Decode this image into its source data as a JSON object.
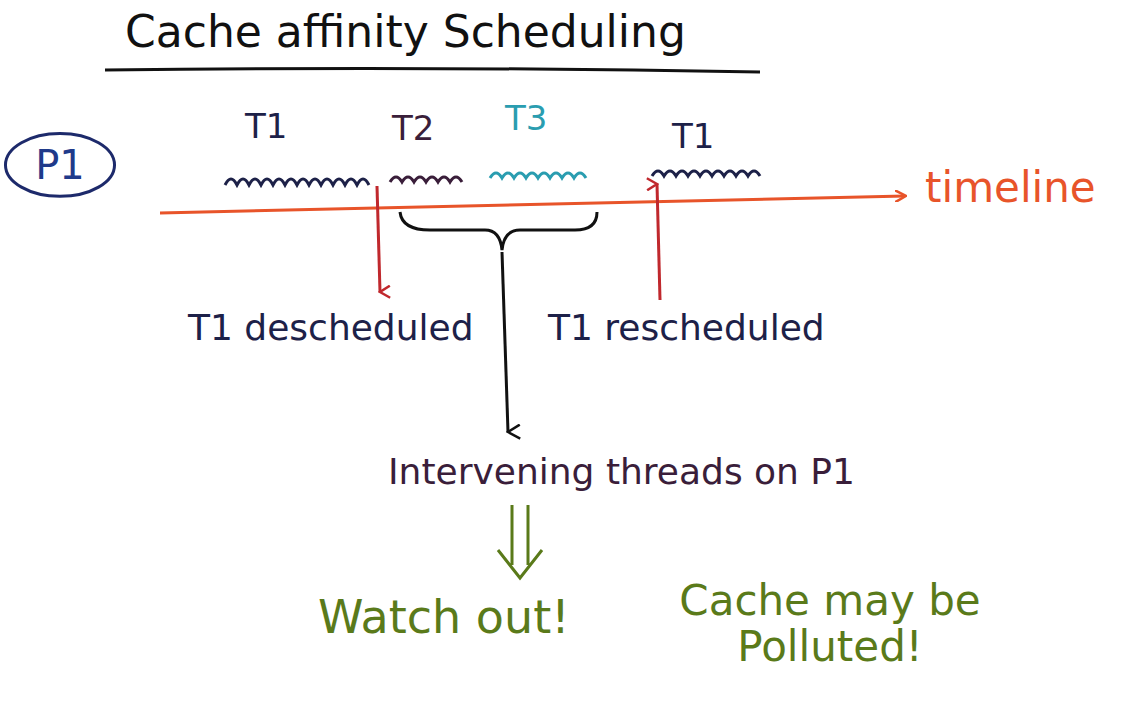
{
  "diagram": {
    "title": "Cache affinity Scheduling",
    "nodes": [
      {
        "text": [
          "P1"
        ]
      }
    ],
    "labels": [
      "T1",
      "T2",
      "T3",
      "T1",
      "timeline",
      "T1 descheduled",
      "T1 rescheduled",
      "Intervening threads on P1",
      "Watch out!",
      "Cache may be Polluted!"
    ]
  }
}
